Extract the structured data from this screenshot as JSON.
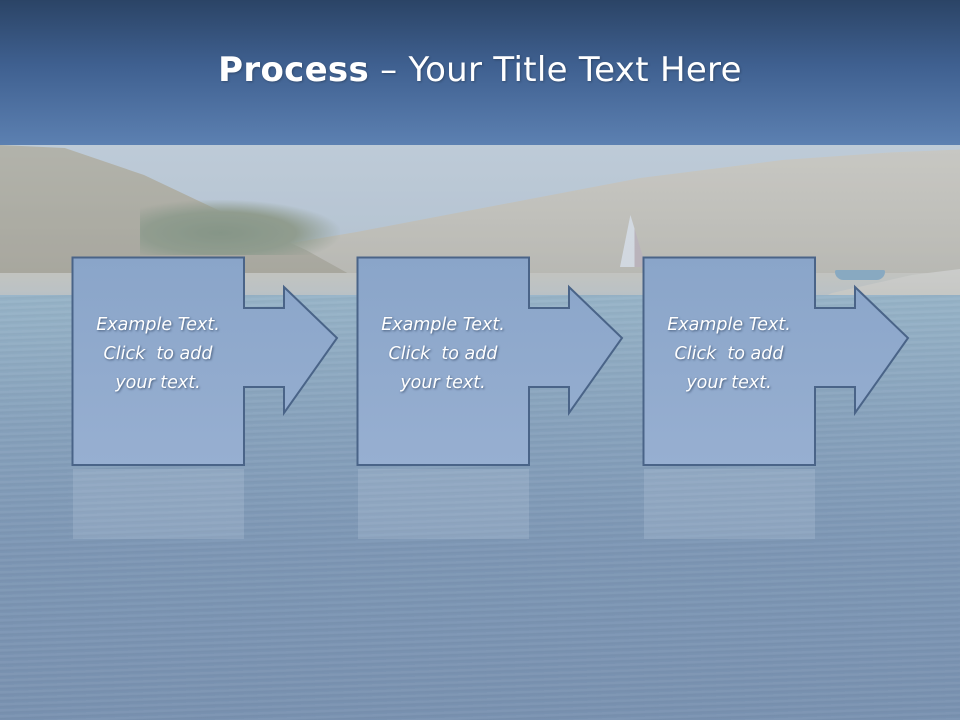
{
  "slide": {
    "title_bold": "Process",
    "title_rest": " – Your Title Text Here"
  },
  "steps": [
    {
      "lines": [
        "Example Text.",
        "Click  to add",
        "your text."
      ]
    },
    {
      "lines": [
        "Example Text.",
        "Click  to add",
        "your text."
      ]
    },
    {
      "lines": [
        "Example Text.",
        "Click  to add",
        "your text."
      ]
    }
  ],
  "colors": {
    "title_bar_top": "#2b4466",
    "title_bar_bottom": "#5c80b1",
    "shape_fill": "#8ea8cc",
    "shape_stroke": "#4a6488",
    "text": "#ffffff"
  }
}
